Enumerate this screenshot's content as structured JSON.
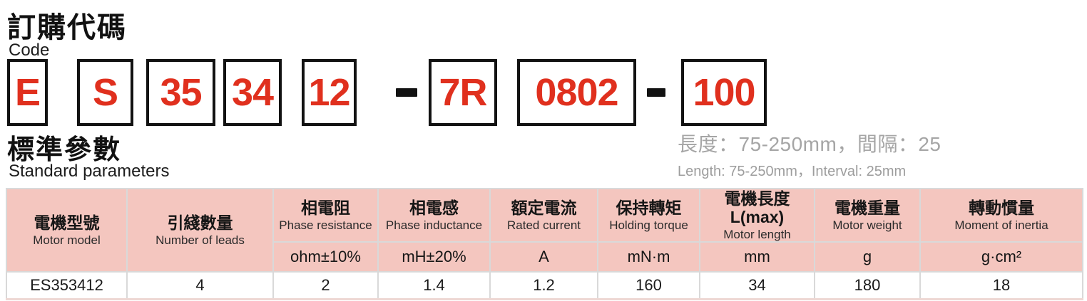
{
  "order_code": {
    "title_zh": "訂購代碼",
    "title_en": "Code",
    "segments": [
      {
        "label": "E",
        "type": "box"
      },
      {
        "label": "S",
        "type": "box"
      },
      {
        "label": "35",
        "type": "box"
      },
      {
        "label": "34",
        "type": "box"
      },
      {
        "label": "12",
        "type": "box"
      },
      {
        "label": "-",
        "type": "dash"
      },
      {
        "label": "7R",
        "type": "box"
      },
      {
        "label": "0802",
        "type": "box"
      },
      {
        "label": "-",
        "type": "dash"
      },
      {
        "label": "100",
        "type": "box"
      }
    ]
  },
  "parameters": {
    "title_zh": "標準參數",
    "title_en": "Standard parameters",
    "note_zh": "長度：75-250mm，間隔：25",
    "note_en": "Length: 75-250mm，Interval: 25mm"
  },
  "table": {
    "columns": [
      {
        "zh": "電機型號",
        "en": "Motor model",
        "unit": null
      },
      {
        "zh": "引綫數量",
        "en": "Number of leads",
        "unit": null
      },
      {
        "zh": "相電阻",
        "en": "Phase resistance",
        "unit": "ohm±10%"
      },
      {
        "zh": "相電感",
        "en": "Phase inductance",
        "unit": "mH±20%"
      },
      {
        "zh": "額定電流",
        "en": "Rated current",
        "unit": "A"
      },
      {
        "zh": "保持轉矩",
        "en": "Holding torque",
        "unit": "mN·m"
      },
      {
        "zh": "電機長度L(max)",
        "en": "Motor length",
        "unit": "mm"
      },
      {
        "zh": "電機重量",
        "en": "Motor weight",
        "unit": "g"
      },
      {
        "zh": "轉動慣量",
        "en": "Moment of inertia",
        "unit": "g·cm²"
      }
    ],
    "rows": [
      [
        "ES353412",
        "4",
        "2",
        "1.4",
        "1.2",
        "160",
        "34",
        "180",
        "18"
      ]
    ]
  },
  "colors": {
    "accent_red": "#e0301e",
    "header_pink": "#f4c6bf",
    "grid_gray": "#d9d9d9",
    "note_gray": "#a5a5a5",
    "box_border_black": "#121212"
  }
}
